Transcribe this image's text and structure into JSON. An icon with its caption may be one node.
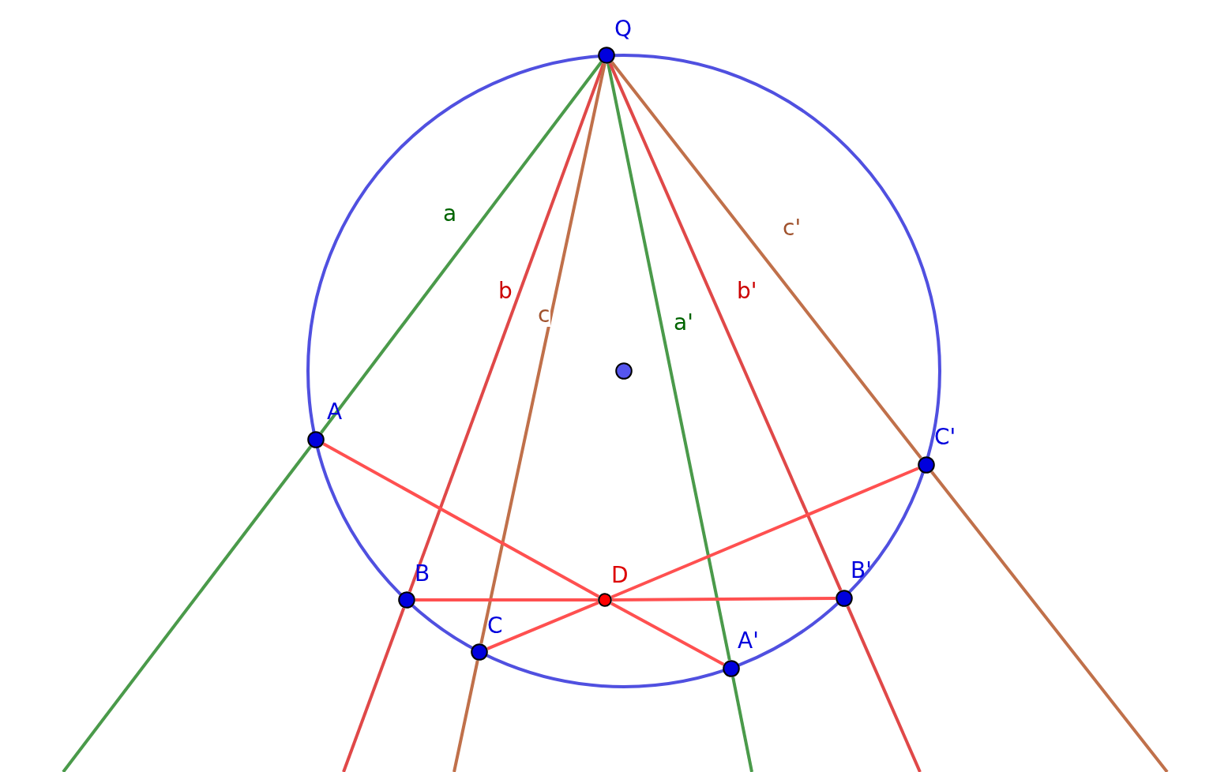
{
  "diagram": {
    "nodes": [
      {
        "text": [
          "Q"
        ]
      },
      {
        "text": [
          "A"
        ]
      },
      {
        "text": [
          "B"
        ]
      },
      {
        "text": [
          "C"
        ]
      },
      {
        "text": [
          "A'"
        ]
      },
      {
        "text": [
          "B'"
        ]
      },
      {
        "text": [
          "C'"
        ]
      },
      {
        "text": [
          "D"
        ]
      },
      {
        "text": [],
        "shape": "circle"
      }
    ],
    "edges": [
      {
        "from": 0,
        "to": 1,
        "arrow": "none",
        "label": "a",
        "color": "#4a9a4a"
      },
      {
        "from": 1,
        "to": null,
        "arrow": "none",
        "color": "#4a9a4a"
      },
      {
        "from": 0,
        "to": 2,
        "arrow": "none",
        "label": "b",
        "color": "#e04848"
      },
      {
        "from": 2,
        "to": null,
        "arrow": "none",
        "color": "#e04848"
      },
      {
        "from": 0,
        "to": 3,
        "arrow": "none",
        "label": "c",
        "color": "#c0704a"
      },
      {
        "from": 3,
        "to": null,
        "arrow": "none",
        "color": "#c0704a"
      },
      {
        "from": 0,
        "to": 4,
        "arrow": "none",
        "label": "a'",
        "color": "#4a9a4a"
      },
      {
        "from": 4,
        "to": null,
        "arrow": "none",
        "color": "#4a9a4a"
      },
      {
        "from": 0,
        "to": 5,
        "arrow": "none",
        "label": "b'",
        "color": "#e04848"
      },
      {
        "from": 5,
        "to": null,
        "arrow": "none",
        "color": "#e04848"
      },
      {
        "from": 0,
        "to": 6,
        "arrow": "none",
        "label": "c'",
        "color": "#c0704a"
      },
      {
        "from": 6,
        "to": null,
        "arrow": "none",
        "color": "#c0704a"
      },
      {
        "from": 1,
        "to": 7,
        "arrow": "none",
        "color": "#ff5050"
      },
      {
        "from": 7,
        "to": 4,
        "arrow": "none",
        "color": "#ff5050"
      },
      {
        "from": 2,
        "to": 7,
        "arrow": "none",
        "color": "#ff5050"
      },
      {
        "from": 7,
        "to": 5,
        "arrow": "none",
        "color": "#ff5050"
      },
      {
        "from": 3,
        "to": 7,
        "arrow": "none",
        "color": "#ff5050"
      },
      {
        "from": 7,
        "to": 6,
        "arrow": "none",
        "color": "#ff5050"
      }
    ]
  }
}
